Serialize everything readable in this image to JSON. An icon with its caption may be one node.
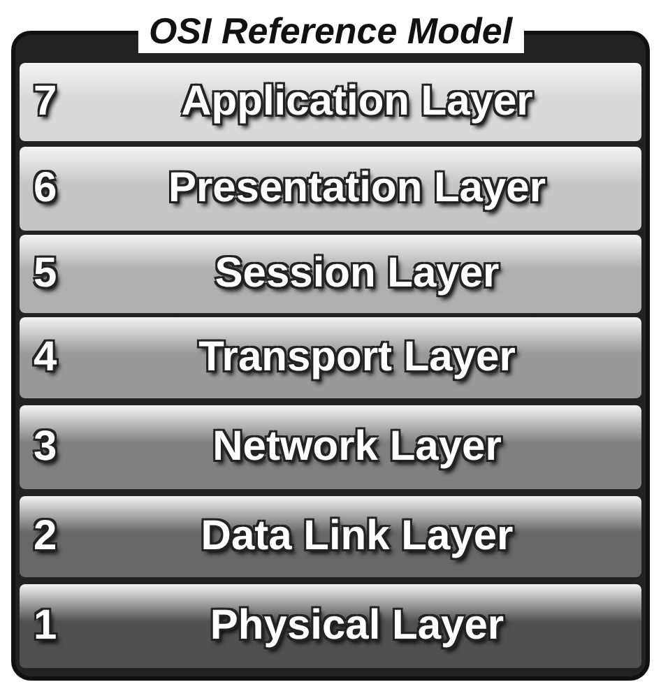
{
  "diagram": {
    "nodes": [
      {
        "text": [
          "OSI Reference Model"
        ]
      },
      {
        "text": [
          "7",
          "Application Layer"
        ],
        "in": 0
      },
      {
        "text": [
          "6",
          "Presentation Layer"
        ],
        "in": 0
      },
      {
        "text": [
          "5",
          "Session Layer"
        ],
        "in": 0
      },
      {
        "text": [
          "4",
          "Transport Layer"
        ],
        "in": 0
      },
      {
        "text": [
          "3",
          "Network Layer"
        ],
        "in": 0
      },
      {
        "text": [
          "2",
          "Data Link Layer"
        ],
        "in": 0
      },
      {
        "text": [
          "1",
          "Physical Layer"
        ],
        "in": 0
      }
    ]
  }
}
